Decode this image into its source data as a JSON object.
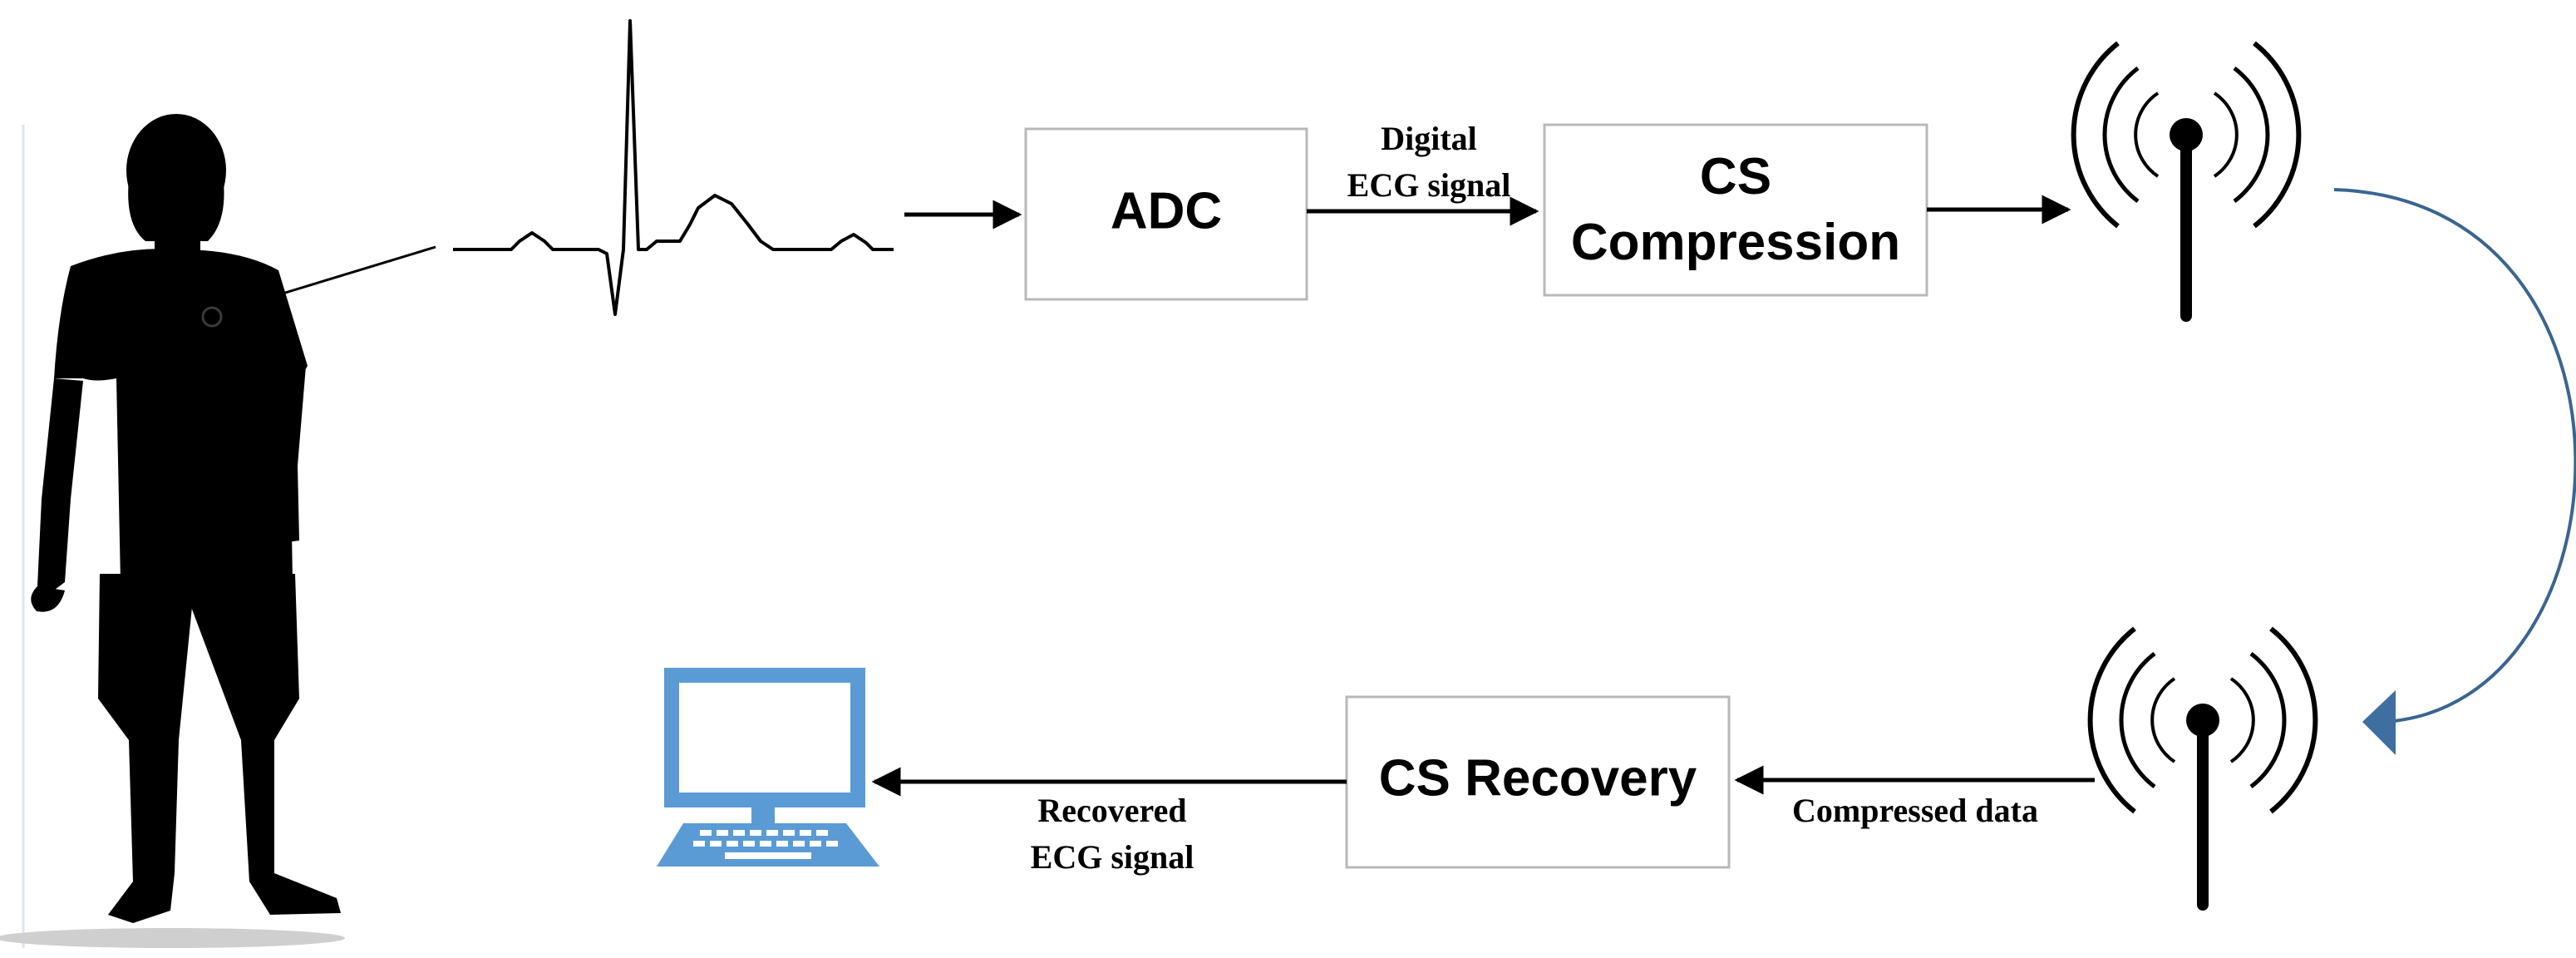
{
  "nodes": {
    "adc": {
      "label": "ADC"
    },
    "cs_compression": {
      "line1": "CS",
      "line2": "Compression"
    },
    "cs_recovery": {
      "label": "CS Recovery"
    }
  },
  "edges": {
    "digital_ecg": {
      "line1": "Digital",
      "line2": "ECG signal"
    },
    "compressed_data": {
      "label": "Compressed data"
    },
    "recovered_ecg": {
      "line1": "Recovered",
      "line2": "ECG signal"
    }
  },
  "icons": [
    "person-silhouette-icon",
    "ecg-waveform-icon",
    "transmit-antenna-icon",
    "receive-antenna-icon",
    "laptop-icon"
  ],
  "colors": {
    "laptop": "#5b9bd5",
    "wireless_arc": "#3a6591",
    "stroke": "#000000"
  }
}
